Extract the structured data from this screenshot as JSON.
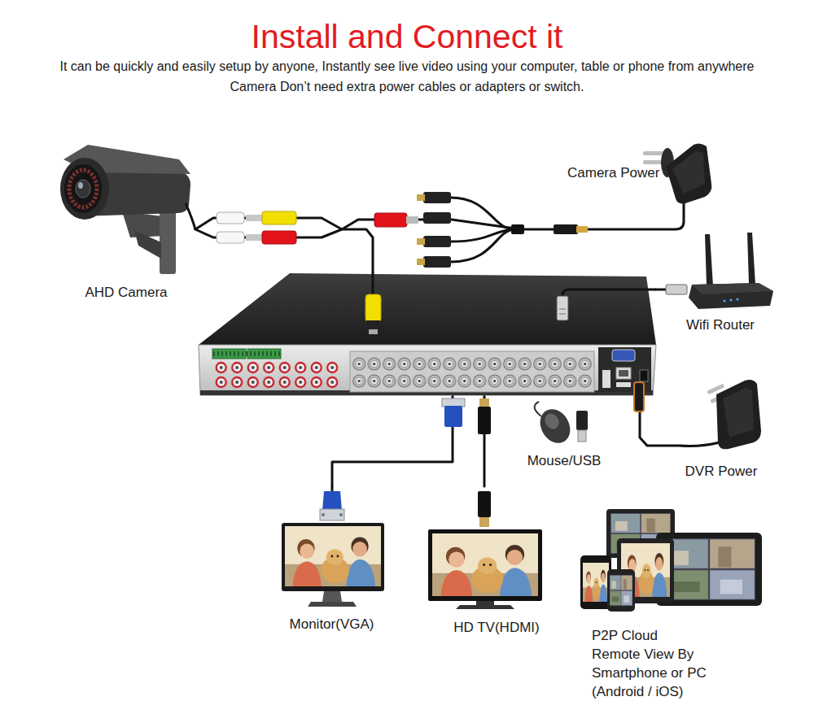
{
  "diagram": {
    "title": "Install and Connect it",
    "nodes": [
      {
        "text": [
          "AHD Camera"
        ]
      },
      {
        "text": [
          "Camera Power"
        ]
      },
      {
        "text": []
      },
      {
        "text": [
          "Wifi Router"
        ]
      },
      {
        "text": [
          "Mouse/USB"
        ]
      },
      {
        "text": [
          "DVR Power"
        ]
      },
      {
        "text": [
          "Monitor(VGA)"
        ]
      },
      {
        "text": [
          "HD TV(HDMI)"
        ]
      },
      {
        "text": [
          "P2P Cloud Remote View By Smartphone or PC (Android / iOS)"
        ]
      }
    ],
    "edges": [
      {
        "from": 0,
        "to": 2,
        "arrow": "none"
      },
      {
        "from": 0,
        "to": 1,
        "arrow": "none"
      },
      {
        "from": 3,
        "to": 2,
        "arrow": "none"
      },
      {
        "from": 5,
        "to": 2,
        "arrow": "none"
      },
      {
        "from": 2,
        "to": 6,
        "arrow": "none"
      },
      {
        "from": 2,
        "to": 7,
        "arrow": "none"
      }
    ],
    "labels": [
      "It can be quickly and easily setup by anyone, Instantly see live video using your computer, table or phone from anywhere",
      "Camera Don’t need extra power cables or adapters or switch."
    ]
  }
}
